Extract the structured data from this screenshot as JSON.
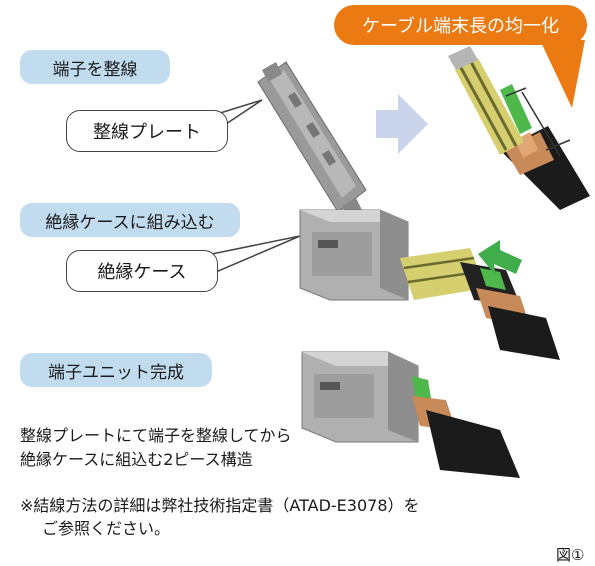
{
  "banner": {
    "text": "ケーブル端末長の均一化"
  },
  "steps": [
    {
      "label": "端子を整線"
    },
    {
      "label": "絶縁ケースに組み込む"
    },
    {
      "label": "端子ユニット完成"
    }
  ],
  "callouts": [
    {
      "label": "整線プレート"
    },
    {
      "label": "絶縁ケース"
    }
  ],
  "description": {
    "line1": "整線プレートにて端子を整線してから",
    "line2": "絶縁ケースに組込む2ピース構造"
  },
  "note": {
    "line1": "※結線方法の詳細は弊社技術指定書（ATAD-E3078）を",
    "line2": "ご参照ください。"
  },
  "figure": {
    "label": "図①"
  },
  "colors": {
    "banner": "#ec7a12",
    "step_label_bg": "#c2dcef",
    "arrow_blue": "#c9d3ea",
    "arrow_green": "#3fae4a"
  }
}
